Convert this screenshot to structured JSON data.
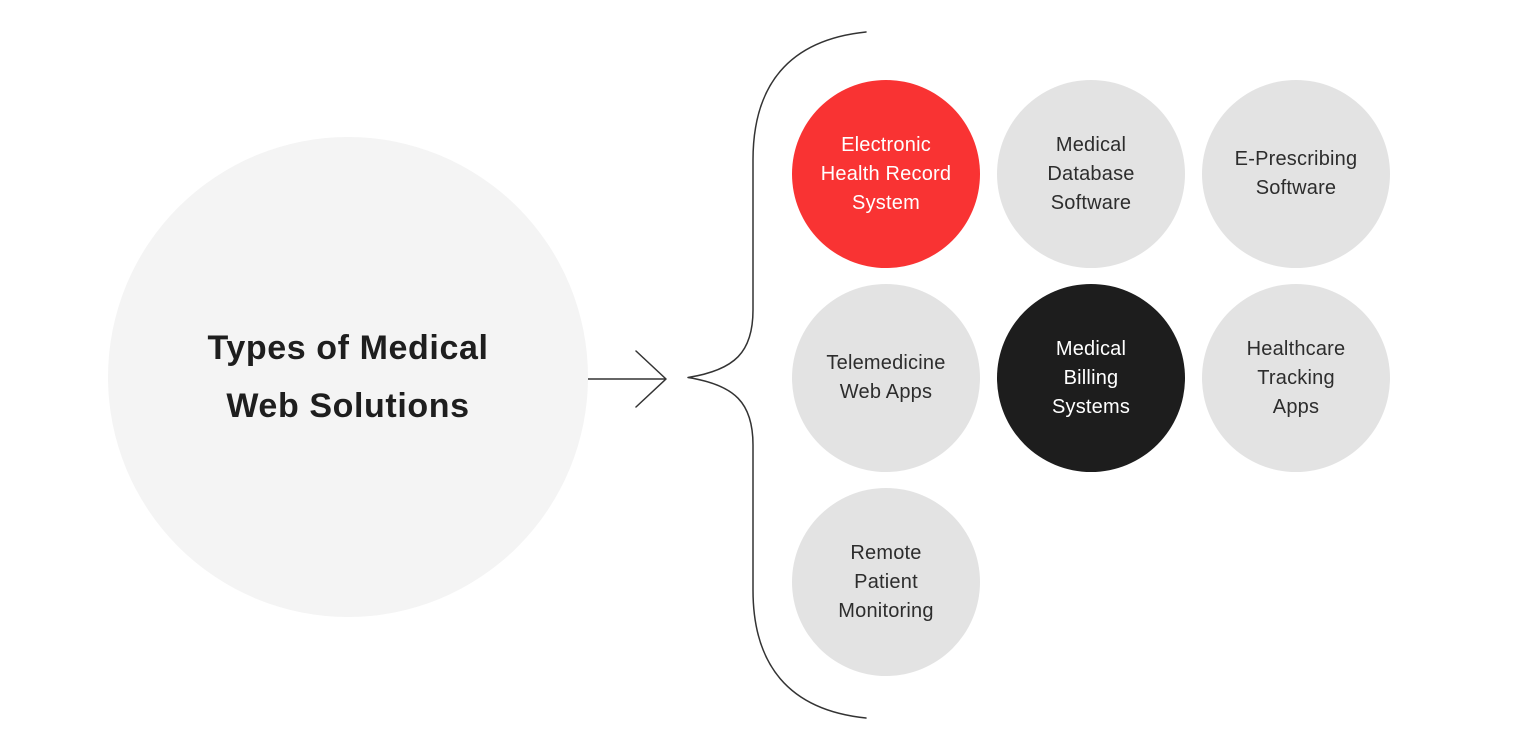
{
  "title": {
    "line1": "Types of Medical",
    "line2": "Web Solutions"
  },
  "colors": {
    "bg": "#ffffff",
    "root_fill": "#f4f4f4",
    "node_gray": "#e3e3e3",
    "node_red": "#f93333",
    "node_black": "#1d1d1d",
    "text_dark": "#2d2d2d",
    "text_light": "#ffffff",
    "title_color": "#1e1e1e",
    "line_color": "#333333"
  },
  "icons": {
    "arrow": "arrow-right",
    "brace": "curly-brace"
  },
  "nodes": [
    {
      "variant": "red",
      "lines": [
        "Electronic",
        "Health Record",
        "System"
      ]
    },
    {
      "variant": "gray",
      "lines": [
        "Medical",
        "Database",
        "Software"
      ]
    },
    {
      "variant": "gray",
      "lines": [
        "E-Prescribing",
        "Software"
      ]
    },
    {
      "variant": "gray",
      "lines": [
        "Telemedicine",
        "Web Apps"
      ]
    },
    {
      "variant": "black",
      "lines": [
        "Medical",
        "Billing",
        "Systems"
      ]
    },
    {
      "variant": "gray",
      "lines": [
        "Healthcare",
        "Tracking",
        "Apps"
      ]
    },
    {
      "variant": "gray",
      "lines": [
        "Remote",
        "Patient",
        "Monitoring"
      ]
    }
  ]
}
